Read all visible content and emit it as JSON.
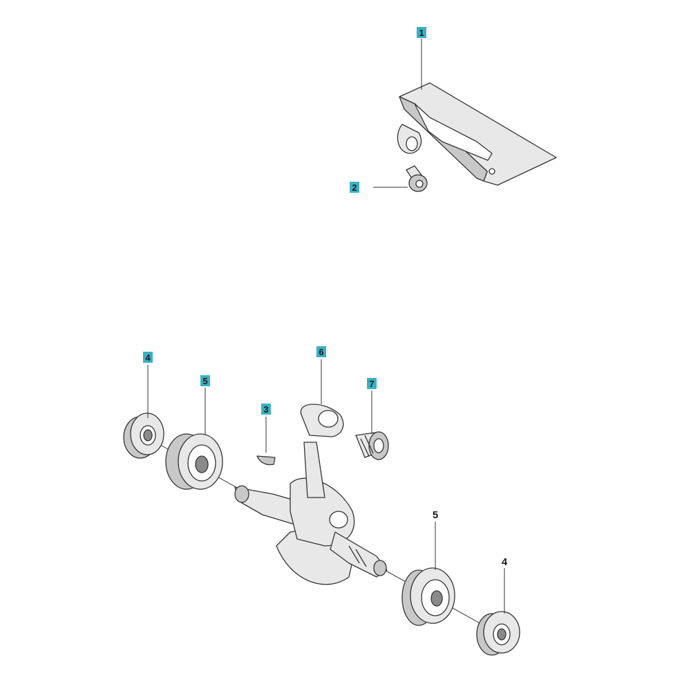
{
  "callouts": {
    "c1": {
      "label": "1",
      "style": "boxed"
    },
    "c2": {
      "label": "2",
      "style": "boxed"
    },
    "c3": {
      "label": "3",
      "style": "boxed"
    },
    "c4a": {
      "label": "4",
      "style": "boxed"
    },
    "c5a": {
      "label": "5",
      "style": "boxed"
    },
    "c6": {
      "label": "6",
      "style": "boxed"
    },
    "c7": {
      "label": "7",
      "style": "boxed"
    },
    "c5b": {
      "label": "5",
      "style": "plain"
    },
    "c4b": {
      "label": "4",
      "style": "plain"
    }
  },
  "colors": {
    "callout_box": "#3ab0c4",
    "line": "#333333"
  }
}
